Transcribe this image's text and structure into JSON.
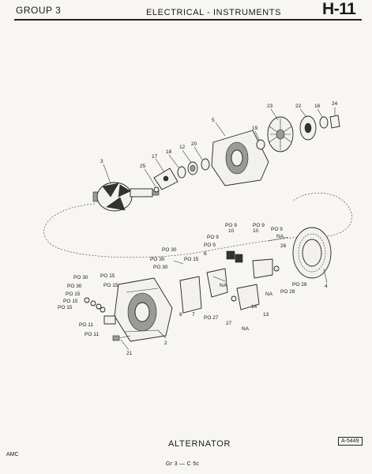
{
  "header": {
    "group": "GROUP 3",
    "section": "ELECTRICAL - INSTRUMENTS",
    "page_number": "H-11"
  },
  "figure": {
    "title": "ALTERNATOR",
    "reference": "A-5449"
  },
  "footer": {
    "publisher": "AMC",
    "page_reference": "Gr 3 — C 5c"
  },
  "callouts": [
    "23",
    "22",
    "16",
    "24",
    "5",
    "19",
    "20",
    "12",
    "18",
    "17",
    "3",
    "25",
    "PO 9",
    "10",
    "PO 9",
    "10",
    "PO 9",
    "NA",
    "PO 9",
    "26",
    "PO 9",
    "PO 30",
    "PO 30",
    "PO 30",
    "PO 15",
    "6",
    "8",
    "PO 30",
    "PO 15",
    "PO 30",
    "PO 15",
    "PO 15",
    "PO 15",
    "PO 15",
    "NA",
    "NA",
    "PO 29",
    "PO 29",
    "4",
    "PO 11",
    "PO 11",
    "7",
    "PO 27",
    "27",
    "14",
    "13",
    "NA",
    "2",
    "21"
  ]
}
